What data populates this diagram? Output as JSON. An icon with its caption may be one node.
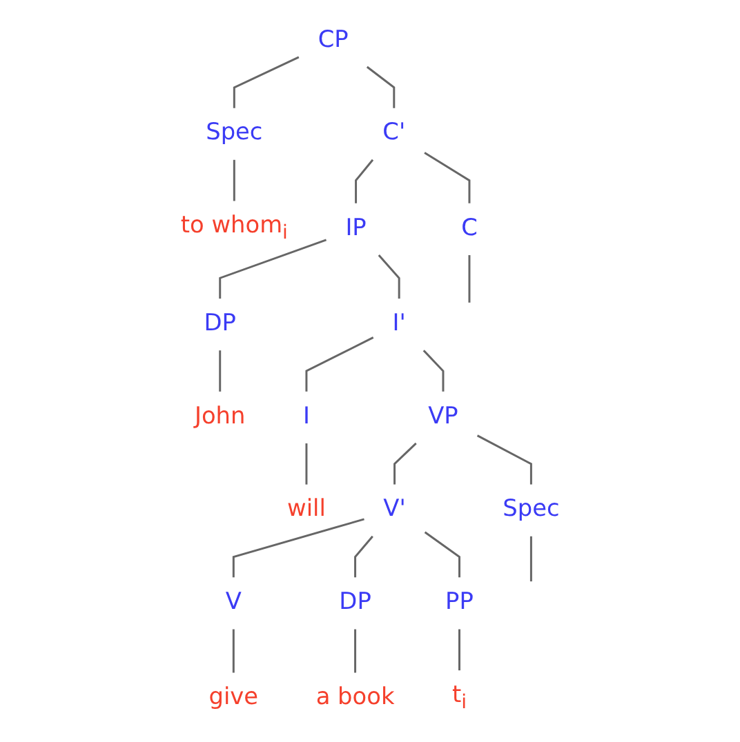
{
  "diagram": {
    "nodes": [
      {
        "text": [
          "CP"
        ]
      },
      {
        "text": [
          "Spec"
        ]
      },
      {
        "text": [
          "C'"
        ]
      },
      {
        "text": [
          "to whom$_{i}$"
        ]
      },
      {
        "text": [
          "C"
        ]
      },
      {
        "text": [
          "IP"
        ]
      },
      {
        "text": [
          "DP"
        ]
      },
      {
        "text": [
          "I'"
        ]
      },
      {
        "text": [
          "John"
        ]
      },
      {
        "text": [
          "I"
        ]
      },
      {
        "text": [
          "VP"
        ]
      },
      {
        "text": [
          "will"
        ]
      },
      {
        "text": [
          "Spec"
        ]
      },
      {
        "text": [
          "V'"
        ]
      },
      {
        "text": [
          "V"
        ]
      },
      {
        "text": [
          "DP"
        ]
      },
      {
        "text": [
          "PP"
        ]
      },
      {
        "text": [
          "give"
        ]
      },
      {
        "text": [
          "a book"
        ]
      },
      {
        "text": [
          "t$_{i}$"
        ]
      }
    ],
    "edges": [
      {
        "from": 0,
        "to": 1,
        "arrow": "none"
      },
      {
        "from": 0,
        "to": 2,
        "arrow": "none"
      },
      {
        "from": 1,
        "to": 3,
        "arrow": "none"
      },
      {
        "from": 2,
        "to": 4,
        "arrow": "none"
      },
      {
        "from": 2,
        "to": 5,
        "arrow": "none"
      },
      {
        "from": 4,
        "to": null,
        "arrow": "none"
      },
      {
        "from": 5,
        "to": 6,
        "arrow": "none"
      },
      {
        "from": 5,
        "to": 7,
        "arrow": "none"
      },
      {
        "from": 6,
        "to": 8,
        "arrow": "none"
      },
      {
        "from": 7,
        "to": 9,
        "arrow": "none"
      },
      {
        "from": 7,
        "to": 10,
        "arrow": "none"
      },
      {
        "from": 9,
        "to": 11,
        "arrow": "none"
      },
      {
        "from": 10,
        "to": 12,
        "arrow": "none"
      },
      {
        "from": 10,
        "to": 13,
        "arrow": "none"
      },
      {
        "from": 12,
        "to": null,
        "arrow": "none"
      },
      {
        "from": 13,
        "to": 14,
        "arrow": "none"
      },
      {
        "from": 13,
        "to": 15,
        "arrow": "none"
      },
      {
        "from": 13,
        "to": 16,
        "arrow": "none"
      },
      {
        "from": 14,
        "to": 17,
        "arrow": "none"
      },
      {
        "from": 15,
        "to": 18,
        "arrow": "none"
      },
      {
        "from": 16,
        "to": 19,
        "arrow": "none"
      }
    ]
  }
}
